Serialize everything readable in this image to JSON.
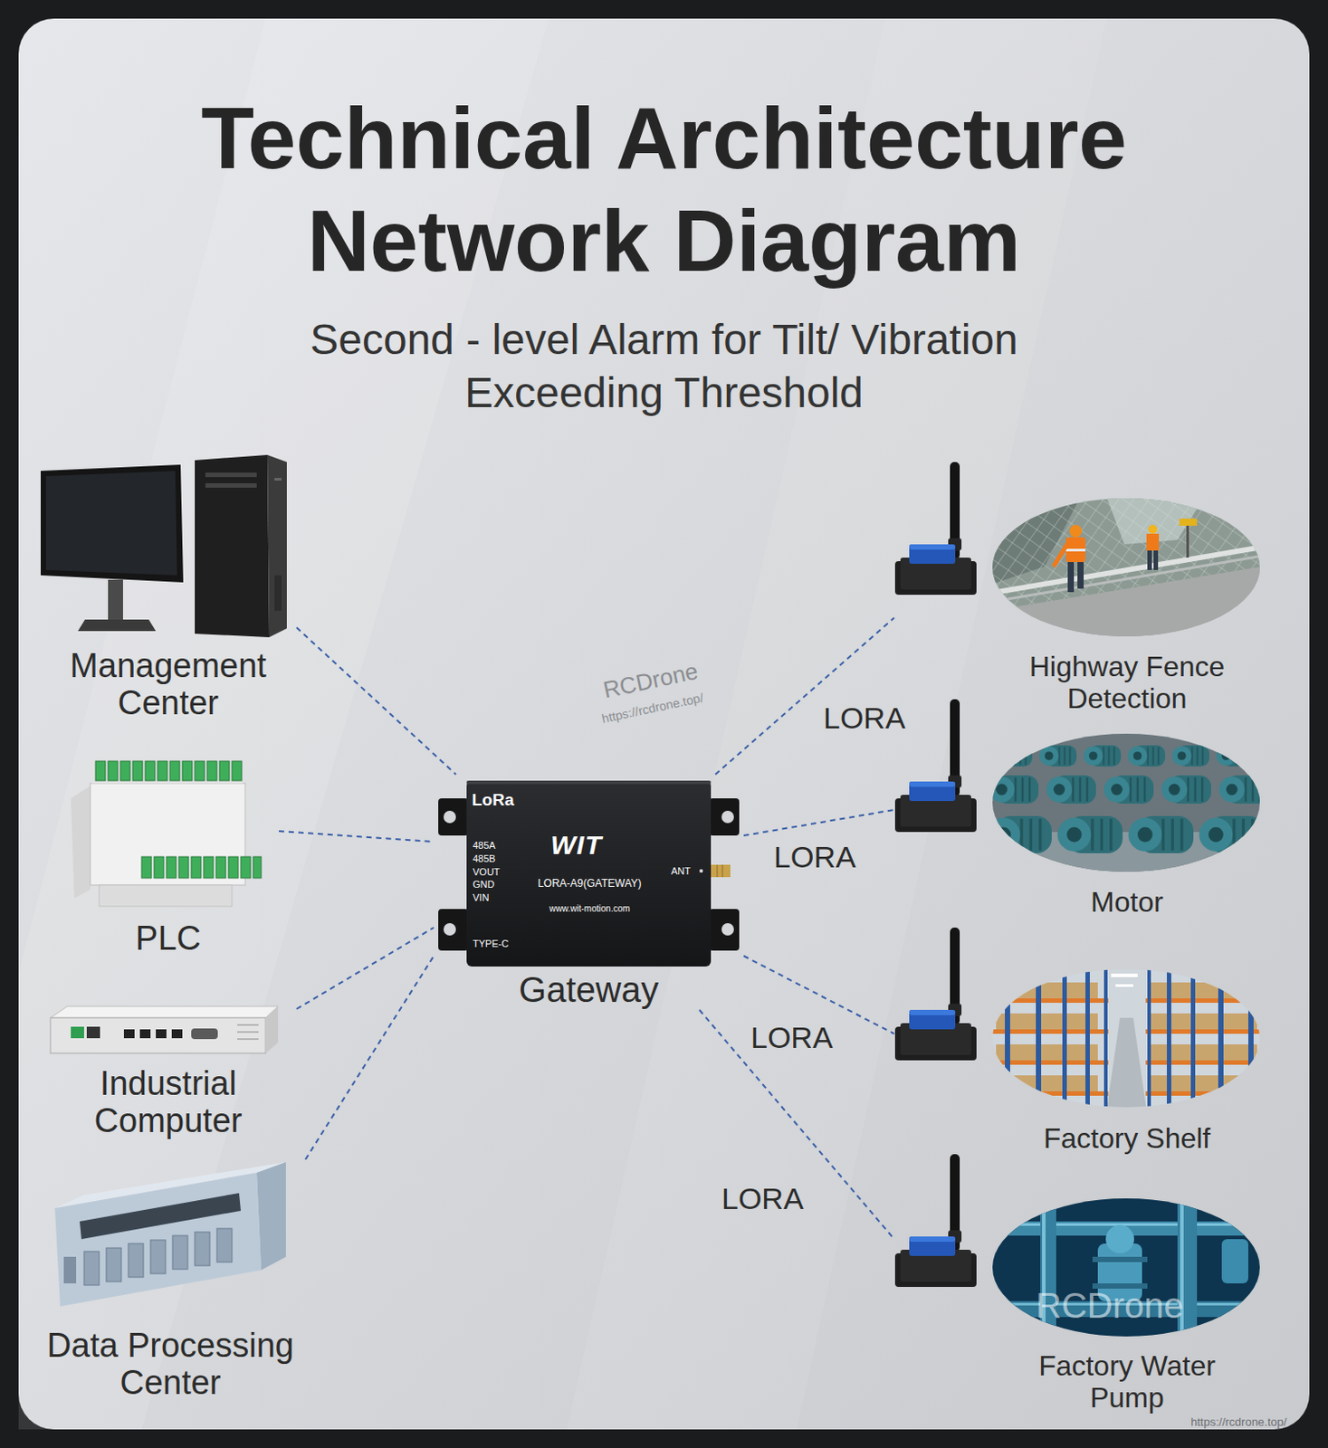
{
  "diagram": {
    "title": "Technical Architecture Network Diagram",
    "caption": "Second - level Alarm for Tilt/ Vibration Exceeding Threshold",
    "nodes": [
      {
        "text": [
          "Management Center"
        ]
      },
      {
        "text": [
          "PLC"
        ]
      },
      {
        "text": [
          "Industrial Computer"
        ]
      },
      {
        "text": [
          "Data Processing Center"
        ]
      },
      {
        "text": [
          "Gateway"
        ]
      },
      {
        "text": [
          "Highway Fence Detection"
        ]
      },
      {
        "text": [
          "Motor"
        ]
      },
      {
        "text": [
          "Factory Shelf"
        ]
      },
      {
        "text": [
          "Factory Water Pump"
        ]
      }
    ],
    "edges": [
      {
        "from": 0,
        "to": 4,
        "arrow": "none"
      },
      {
        "from": 1,
        "to": 4,
        "arrow": "none"
      },
      {
        "from": 2,
        "to": 4,
        "arrow": "none"
      },
      {
        "from": 3,
        "to": 4,
        "arrow": "none"
      },
      {
        "from": 4,
        "to": 5,
        "label": "LORA",
        "arrow": "none"
      },
      {
        "from": 4,
        "to": 6,
        "label": "LORA",
        "arrow": "none"
      },
      {
        "from": 4,
        "to": 7,
        "label": "LORA",
        "arrow": "none"
      },
      {
        "from": 4,
        "to": 8,
        "label": "LORA",
        "arrow": "none"
      }
    ],
    "labels": [
      "RCDrone",
      "https://rcdrone.top/",
      "LoRa",
      "485A",
      "485B",
      "VOUT",
      "GND",
      "VIN",
      "WIT",
      "LORA-A9(GATEWAY)",
      "ANT",
      "www.wit-motion.com",
      "TYPE-C",
      "RCDrone",
      "https://rcdrone.top/"
    ]
  }
}
